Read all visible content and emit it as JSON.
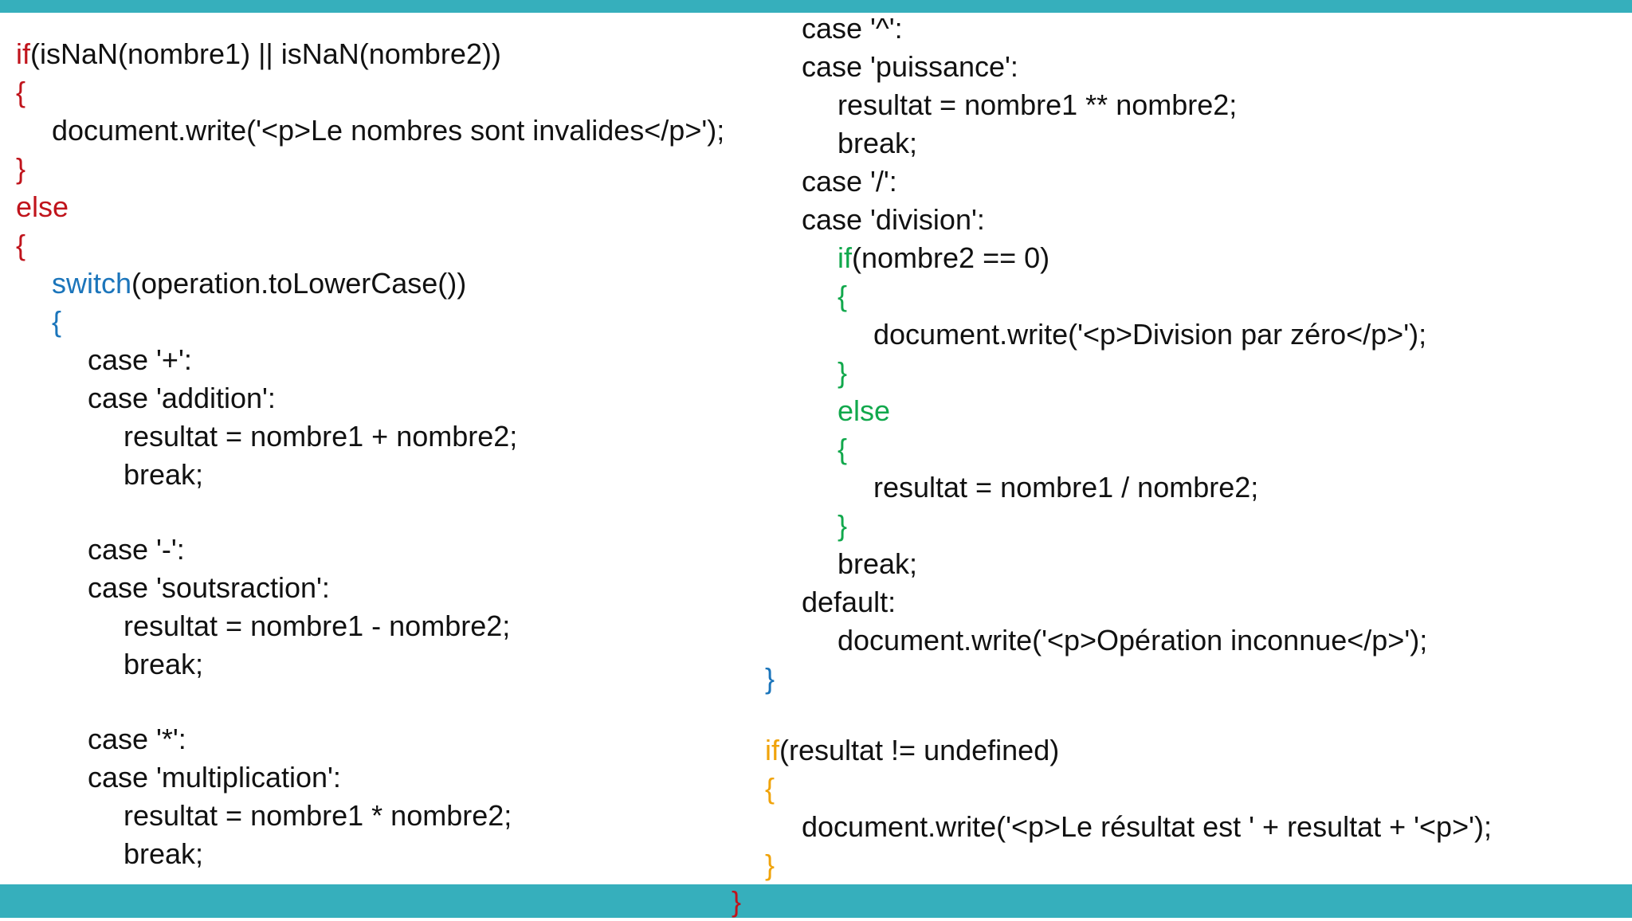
{
  "colors": {
    "bar": "#36afbc",
    "outer_keyword": "#c0141c",
    "switch_keyword": "#1b75bb",
    "inner_if_keyword": "#11a84c",
    "result_if_keyword": "#f0a30a",
    "text": "#111111"
  },
  "left_column": {
    "lines": [
      {
        "kw": "if",
        "rest": "(isNaN(nombre1) || isNaN(nombre2))"
      },
      {
        "kw": "{",
        "rest": ""
      },
      {
        "kw": "",
        "rest": "document.write('<p>Le nombres sont invalides</p>');"
      },
      {
        "kw": "}",
        "rest": ""
      },
      {
        "kw": "else",
        "rest": ""
      },
      {
        "kw": "{",
        "rest": ""
      },
      {
        "kw": "switch",
        "rest": "(operation.toLowerCase())"
      },
      {
        "kw": "{",
        "rest": ""
      },
      {
        "kw": "",
        "rest": "case '+':"
      },
      {
        "kw": "",
        "rest": "case 'addition':"
      },
      {
        "kw": "",
        "rest": "resultat = nombre1 + nombre2;"
      },
      {
        "kw": "",
        "rest": "break;"
      },
      {
        "kw": "",
        "rest": "case '-':"
      },
      {
        "kw": "",
        "rest": "case 'soutsraction':"
      },
      {
        "kw": "",
        "rest": "resultat = nombre1 - nombre2;"
      },
      {
        "kw": "",
        "rest": "break;"
      },
      {
        "kw": "",
        "rest": "case '*':"
      },
      {
        "kw": "",
        "rest": "case 'multiplication':"
      },
      {
        "kw": "",
        "rest": "resultat = nombre1 * nombre2;"
      },
      {
        "kw": "",
        "rest": "break;"
      }
    ]
  },
  "right_column": {
    "lines": [
      {
        "kw": "",
        "rest": "case '^':"
      },
      {
        "kw": "",
        "rest": "case 'puissance':"
      },
      {
        "kw": "",
        "rest": "resultat = nombre1 ** nombre2;"
      },
      {
        "kw": "",
        "rest": "break;"
      },
      {
        "kw": "",
        "rest": "case '/':"
      },
      {
        "kw": "",
        "rest": "case 'division':"
      },
      {
        "kw": "if",
        "rest": "(nombre2 == 0)"
      },
      {
        "kw": "{",
        "rest": ""
      },
      {
        "kw": "",
        "rest": "document.write('<p>Division par zéro</p>');"
      },
      {
        "kw": "}",
        "rest": ""
      },
      {
        "kw": "else",
        "rest": ""
      },
      {
        "kw": "{",
        "rest": ""
      },
      {
        "kw": "",
        "rest": "resultat = nombre1 / nombre2;"
      },
      {
        "kw": "}",
        "rest": ""
      },
      {
        "kw": "",
        "rest": "break;"
      },
      {
        "kw": "",
        "rest": "default:"
      },
      {
        "kw": "",
        "rest": "document.write('<p>Opération inconnue</p>');"
      },
      {
        "kw": "}",
        "rest": ""
      },
      {
        "kw": "if",
        "rest": "(resultat != undefined)"
      },
      {
        "kw": "{",
        "rest": ""
      },
      {
        "kw": "",
        "rest": "document.write('<p>Le résultat est ' + resultat + '<p>');"
      },
      {
        "kw": "}",
        "rest": ""
      }
    ]
  },
  "final_brace": "}"
}
